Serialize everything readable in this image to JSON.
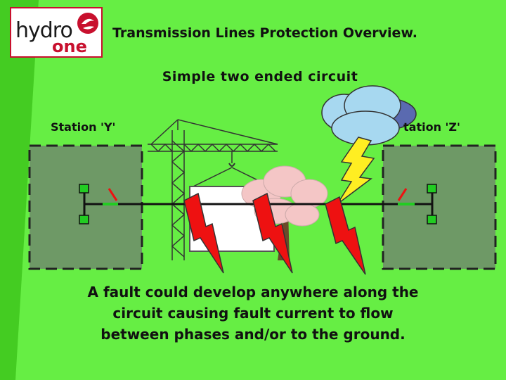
{
  "logo": {
    "word1": "hydro",
    "word2": "one"
  },
  "title": "Transmission Lines Protection Overview.",
  "subtitle": "Simple two ended circuit",
  "stations": {
    "y_label": "Station 'Y'",
    "z_label": "tation 'Z'"
  },
  "caption": {
    "line1": "A fault could develop anywhere along the",
    "line2": "circuit causing fault current to flow",
    "line3": "between phases and/or to the ground."
  },
  "colors": {
    "background": "#66ee44",
    "station_box": "#6e9966",
    "breaker_green": "#22cc22",
    "fault_red": "#ee1111",
    "lightning_yellow": "#ffee22",
    "brand_red": "#c8102e"
  }
}
